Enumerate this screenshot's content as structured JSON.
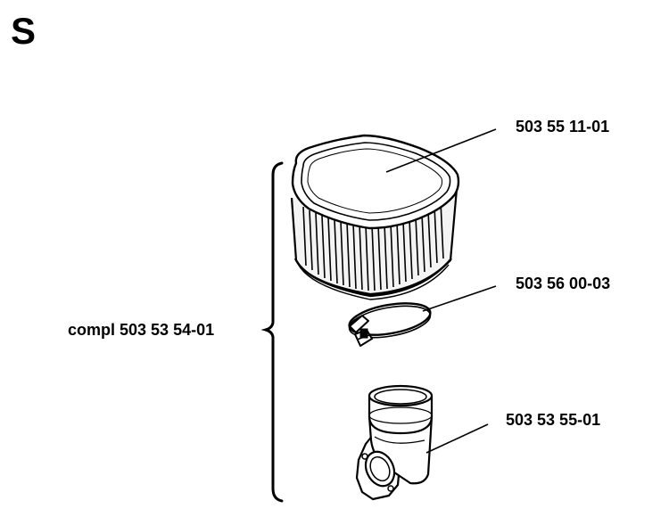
{
  "diagram": {
    "section_letter": "S",
    "labels": {
      "air_filter": "503 55 11-01",
      "hose_clamp": "503 56 00-03",
      "elbow": "503 53 55-01",
      "complete_kit": "compl 503 53 54-01"
    }
  }
}
